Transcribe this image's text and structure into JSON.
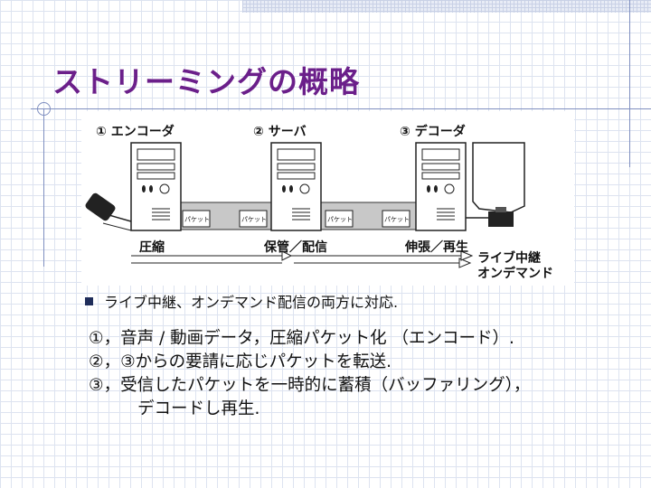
{
  "slide": {
    "title": "ストリーミングの概略",
    "bullet": "ライブ中継、オンデマンド配信の両方に対応.",
    "steps": [
      "①，音声 / 動画データ，圧縮パケット化 （エンコード）.",
      "②，③からの要請に応じパケットを転送.",
      "③，受信したパケットを一時的に蓄積（バッファリング），",
      "デコードし再生."
    ]
  },
  "diagram": {
    "nodes": {
      "encoder": "① エンコーダ",
      "server": "② サーバ",
      "decoder": "③ デコーダ"
    },
    "actions": {
      "compress": "圧縮",
      "store": "保管／配信",
      "expand": "伸張／再生"
    },
    "packet": "パケット",
    "arrow_labels": {
      "live": "ライブ中継",
      "ondemand": "オンデマンド"
    }
  }
}
